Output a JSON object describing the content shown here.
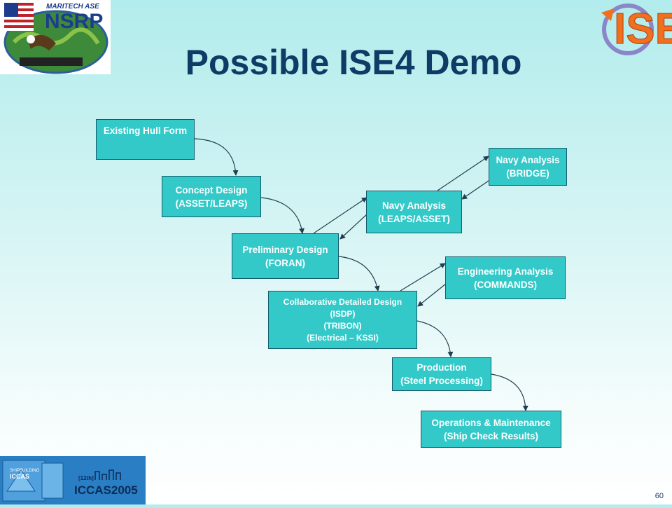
{
  "title": "Possible ISE4 Demo",
  "page_number": "60",
  "logos": {
    "nsrp_top": "MARITECH ASE",
    "nsrp_main": "NSRP",
    "ise": "ISE",
    "iccas_tag": "[12th]",
    "iccas_name": "ICCAS2005",
    "iccas_small": "ICCAS",
    "iccas_sub": "SHIPBUILDING"
  },
  "colors": {
    "box_fill": "#33c9c9",
    "box_border": "#145a6a",
    "title": "#0d3c66",
    "arrow": "#1f3f4f"
  },
  "nodes": {
    "hull": {
      "l1": "Existing Hull Form"
    },
    "concept": {
      "l1": "Concept Design",
      "l2": "(ASSET/LEAPS)"
    },
    "prelim": {
      "l1": "Preliminary Design",
      "l2": "(FORAN)"
    },
    "navy_leaps": {
      "l1": "Navy Analysis",
      "l2": "(LEAPS/ASSET)"
    },
    "navy_bridge": {
      "l1": "Navy Analysis",
      "l2": "(BRIDGE)"
    },
    "engineering": {
      "l1": "Engineering Analysis",
      "l2": "(COMMANDS)"
    },
    "collab": {
      "l1": "Collaborative Detailed Design",
      "l2": "(ISDP)",
      "l3": "(TRIBON)",
      "l4": "(Electrical – KSSI)"
    },
    "production": {
      "l1": "Production",
      "l2": "(Steel Processing)"
    },
    "ops": {
      "l1": "Operations & Maintenance",
      "l2": "(Ship Check Results)"
    }
  }
}
